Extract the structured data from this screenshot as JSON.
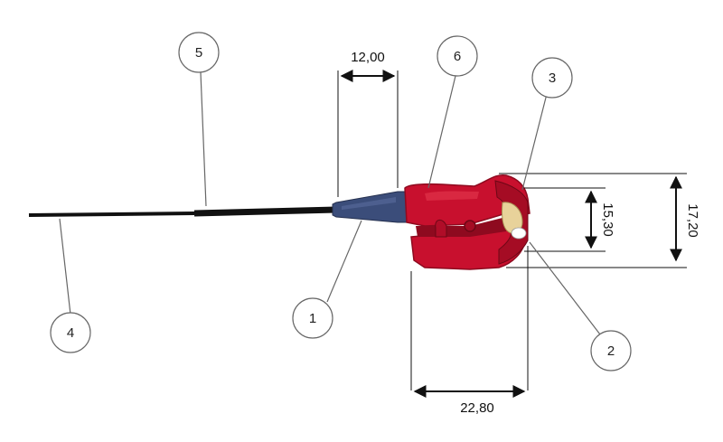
{
  "callouts": [
    "1",
    "2",
    "3",
    "4",
    "5",
    "6"
  ],
  "dimensions": {
    "probe_tip_length": "12,00",
    "jaw_opening_inner": "15,30",
    "jaw_opening_outer": "17,20",
    "clip_length": "22,80"
  },
  "colors": {
    "clip_body": "#c8102e",
    "clip_shadow": "#8e0a1f",
    "boot": "#3b4d7a",
    "cable": "#111111",
    "jaw_contact": "#e8d29a",
    "callout_stroke": "#666666"
  }
}
